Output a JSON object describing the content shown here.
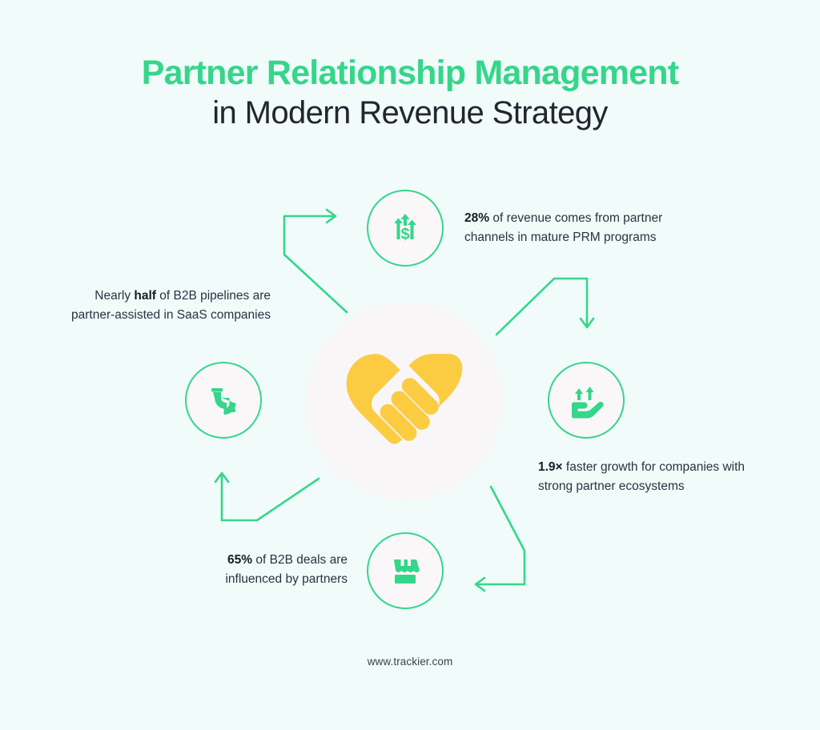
{
  "background_color": "#f0fbfa",
  "accent_green": "#35d68a",
  "accent_yellow": "#fbcb42",
  "dark_text": "#22262f",
  "title": {
    "line1": "Partner Relationship Management",
    "line2": "in Modern Revenue Strategy"
  },
  "center": {
    "icon": "handshake-heart-icon",
    "icon_color": "#fbcb42",
    "circle_color": "#f9f6f7"
  },
  "nodes": [
    {
      "id": "revenue-share",
      "position": "top",
      "icon": "dollar-growth-arrows-icon",
      "stat_value": "28%",
      "stat_rest": " of revenue comes from partner channels in mature PRM programs"
    },
    {
      "id": "growth-multiplier",
      "position": "right",
      "icon": "hand-with-up-arrows-icon",
      "stat_value": "1.9×",
      "stat_rest": " faster growth for companies with strong partner ecosystems"
    },
    {
      "id": "deal-influence",
      "position": "bottom",
      "icon": "storefront-icon",
      "stat_value": "65%",
      "stat_rest": " of B2B deals are influenced by partners"
    },
    {
      "id": "pipeline-assist",
      "position": "left",
      "icon": "pipeline-icon",
      "stat_prefix": "Nearly ",
      "stat_value": "half",
      "stat_rest": " of B2B pipelines are partner-assisted in SaaS companies"
    }
  ],
  "footer": {
    "url": "www.trackier.com"
  }
}
